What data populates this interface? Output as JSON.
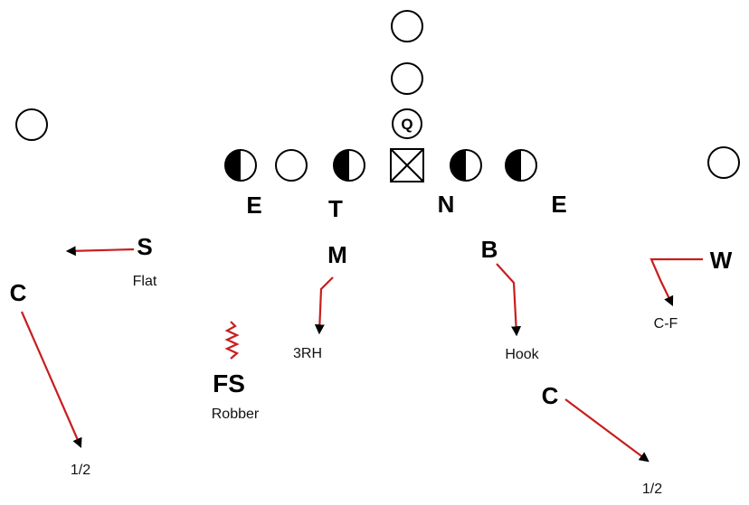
{
  "offense": {
    "quarterback_label": "Q",
    "players": [
      "receiver-left",
      "tailback",
      "fullback",
      "quarterback",
      "center",
      "left-guard",
      "right-guard",
      "receiver-right"
    ]
  },
  "defense": {
    "line": [
      {
        "id": "end-left",
        "label": "E"
      },
      {
        "id": "tackle",
        "label": "T"
      },
      {
        "id": "nose",
        "label": "N"
      },
      {
        "id": "end-right",
        "label": "E"
      }
    ],
    "linebackers": [
      {
        "id": "mike",
        "label": "M",
        "assignment": "3RH"
      },
      {
        "id": "buck",
        "label": "B",
        "assignment": "Hook"
      },
      {
        "id": "sam",
        "label": "S",
        "assignment": "Flat"
      },
      {
        "id": "will",
        "label": "W",
        "assignment": "C-F"
      }
    ],
    "secondary": [
      {
        "id": "free-safety",
        "label": "FS",
        "assignment": "Robber"
      },
      {
        "id": "corner-left",
        "label": "C",
        "assignment": "1/2"
      },
      {
        "id": "corner-right",
        "label": "C",
        "assignment": "1/2"
      }
    ]
  },
  "colors": {
    "route": "#c81e1e",
    "arrow": "#000000",
    "linemen_fill": "#000000"
  }
}
